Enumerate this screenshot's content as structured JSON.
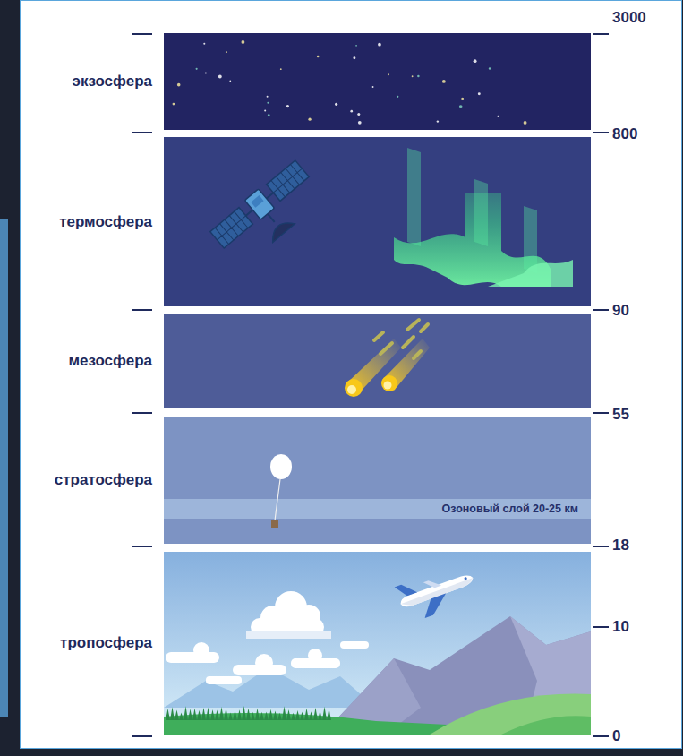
{
  "diagram": {
    "nodes": [
      {
        "text": [
          "экзосфера"
        ]
      },
      {
        "text": [
          "термосфера"
        ]
      },
      {
        "text": [
          "мезосфера"
        ]
      },
      {
        "text": [
          "стратосфера"
        ]
      },
      {
        "text": [
          "Озоновый слой 20-25 км"
        ],
        "in": 3
      },
      {
        "text": [
          "тропосфера"
        ]
      }
    ],
    "labels": [
      "3000",
      "800",
      "90",
      "55",
      "18",
      "10",
      "0"
    ]
  }
}
